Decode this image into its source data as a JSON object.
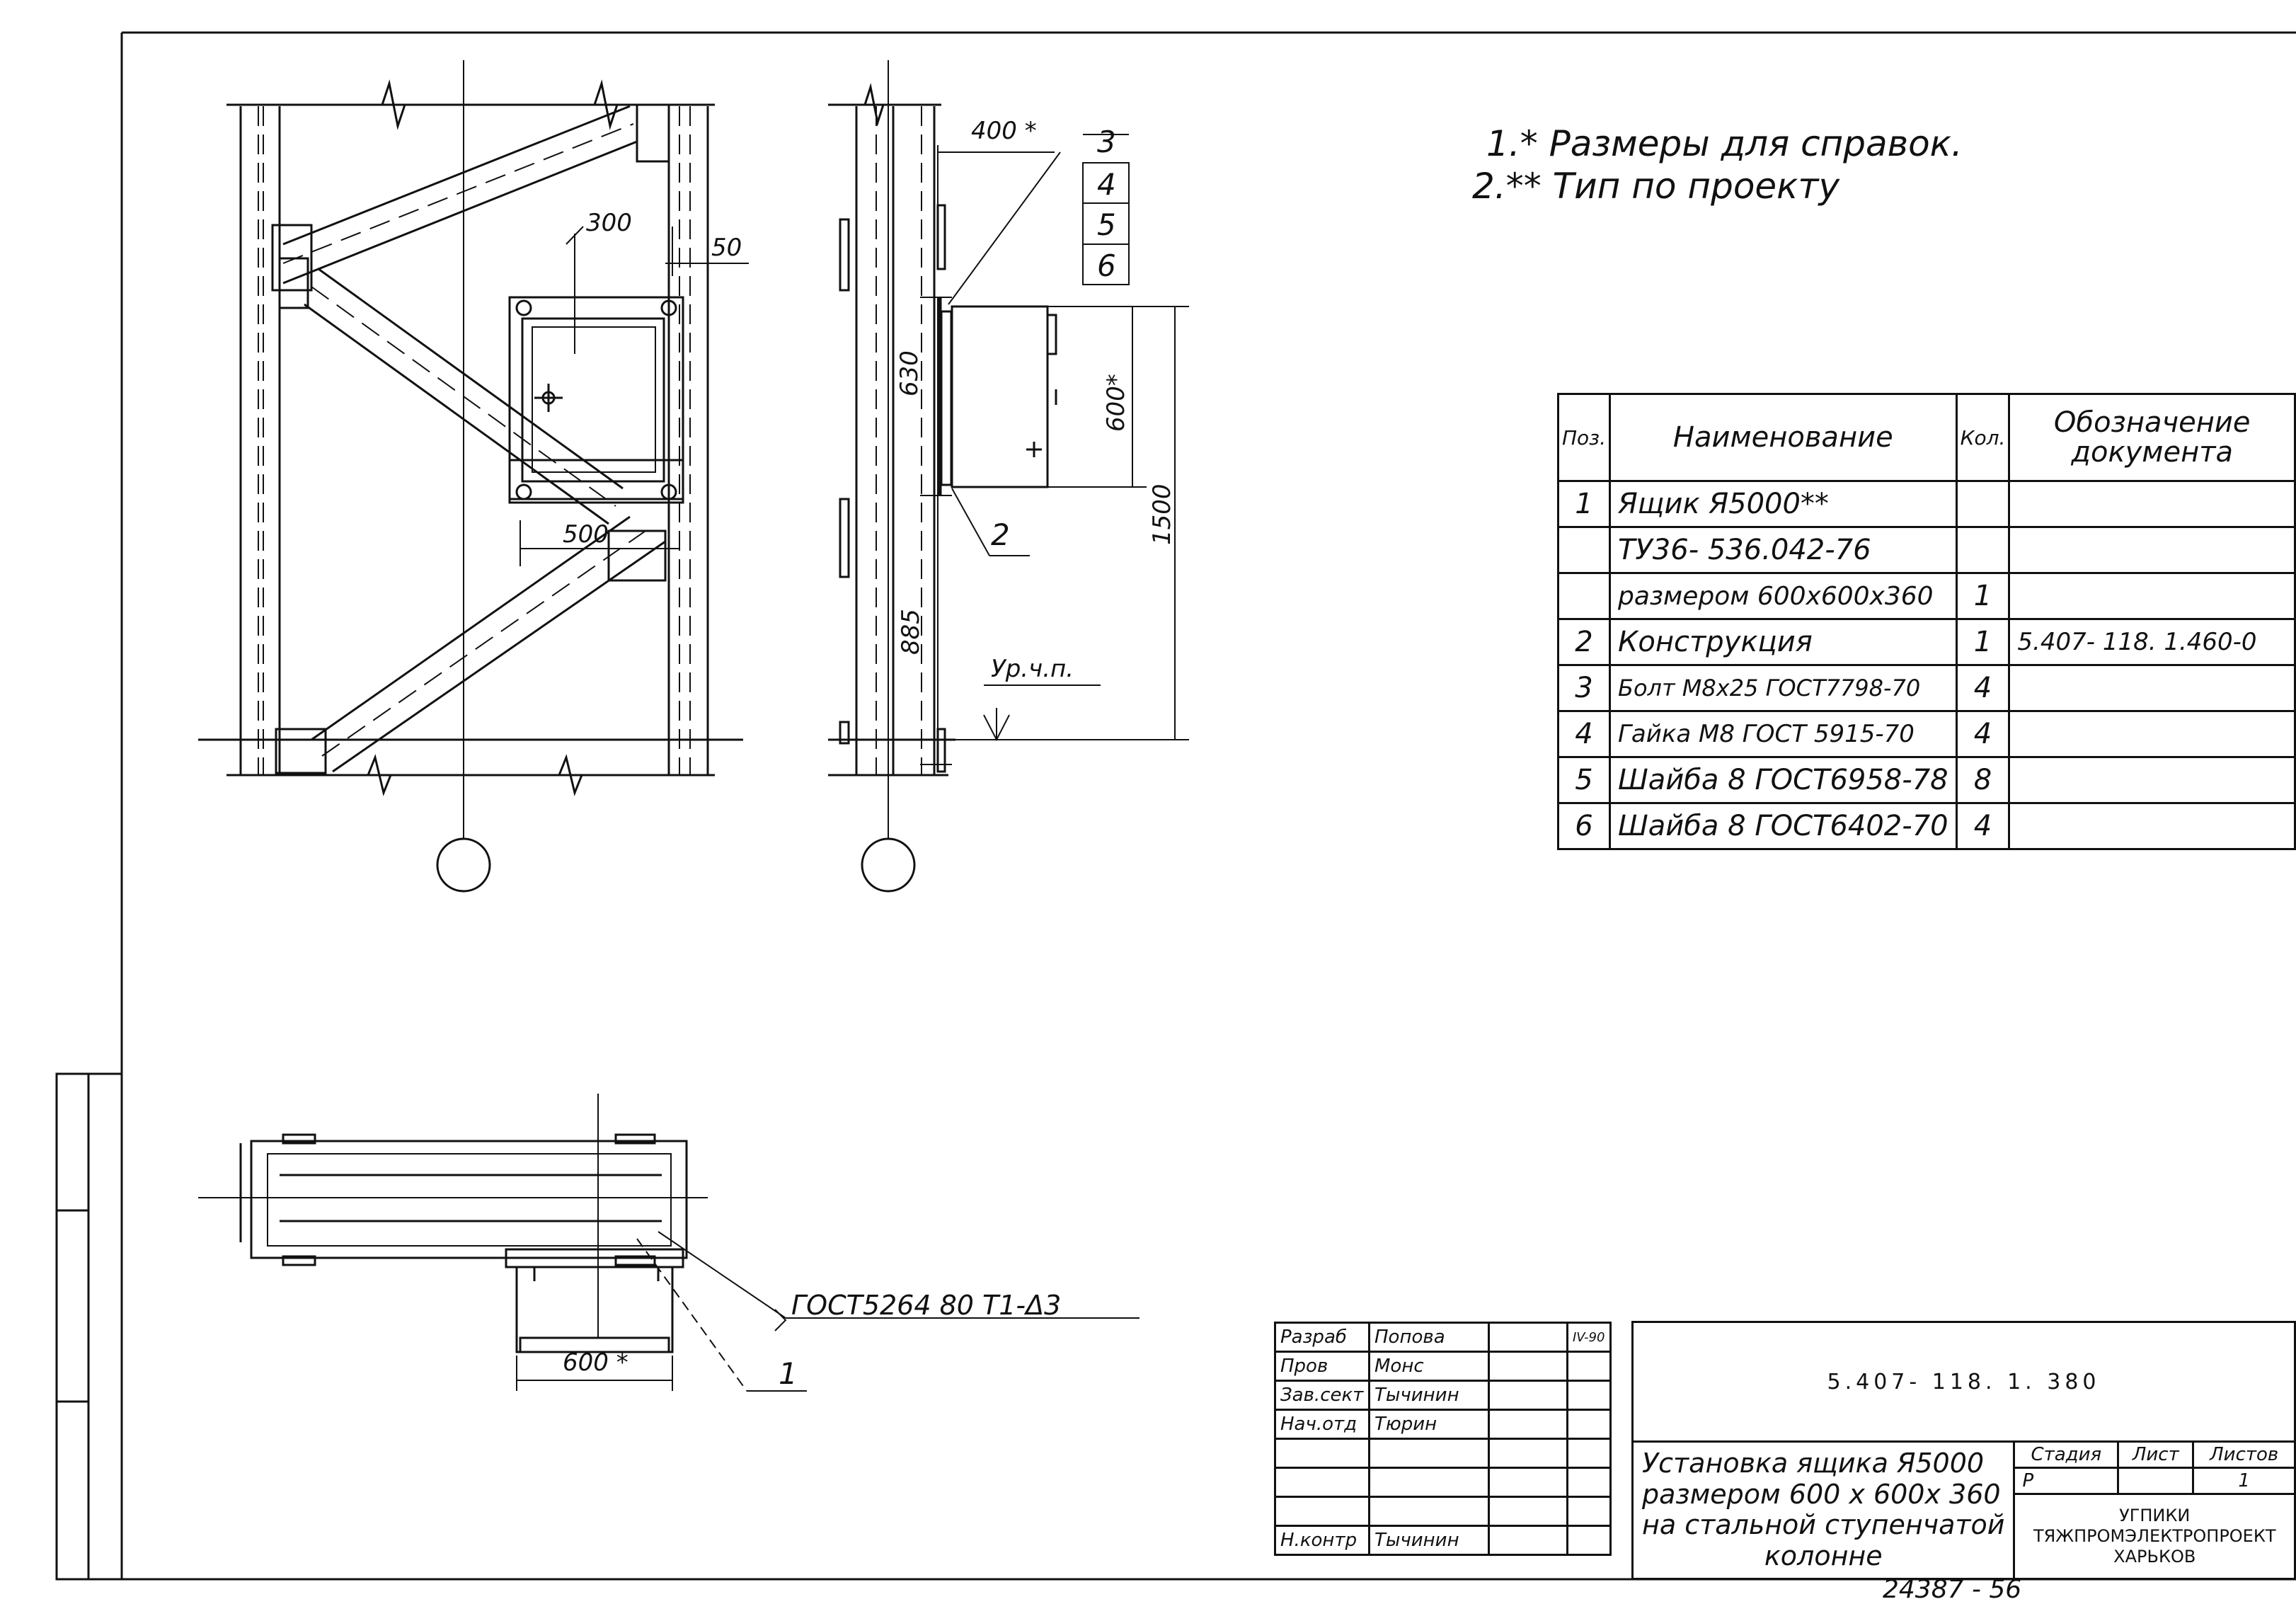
{
  "notes": [
    "1.* Размеры для справок.",
    "2.** Тип по проекту"
  ],
  "dims": {
    "d300": "300",
    "d50": "50",
    "d500": "500",
    "d400": "400 *",
    "d630": "630",
    "d600s": "600*",
    "d1500": "1500",
    "d885": "885",
    "d600b": "600 *"
  },
  "callouts": [
    "3",
    "4",
    "5",
    "6",
    "2",
    "1"
  ],
  "level_mark": "Ур.ч.п.",
  "weld_note": "ГОСТ5264 80 Т1-Δ3",
  "spec": {
    "headers": {
      "pos": "Поз.",
      "name": "Наименование",
      "qty": "Кол.",
      "doc_1": "Обозначение",
      "doc_2": "документа"
    },
    "rows": [
      {
        "pos": "1",
        "name": "Ящик Я5000**",
        "qty": "",
        "doc": ""
      },
      {
        "pos": "",
        "name": "ТУ36- 536.042-76",
        "qty": "",
        "doc": ""
      },
      {
        "pos": "",
        "name": "размером 600x600x360",
        "qty": "1",
        "doc": ""
      },
      {
        "pos": "2",
        "name": "Конструкция",
        "qty": "1",
        "doc": "5.407- 118. 1.460-0"
      },
      {
        "pos": "3",
        "name": "Болт М8х25 ГОСТ7798-70",
        "qty": "4",
        "doc": ""
      },
      {
        "pos": "4",
        "name": "Гайка М8 ГОСТ 5915-70",
        "qty": "4",
        "doc": ""
      },
      {
        "pos": "5",
        "name": "Шайба 8 ГОСТ6958-78",
        "qty": "8",
        "doc": ""
      },
      {
        "pos": "6",
        "name": "Шайба 8 ГОСТ6402-70",
        "qty": "4",
        "doc": ""
      }
    ]
  },
  "stamp": {
    "people": [
      {
        "role": "Разраб",
        "name": "Попова",
        "date": "IV-90"
      },
      {
        "role": "Пров",
        "name": "Монс",
        "date": ""
      },
      {
        "role": "Зав.сект",
        "name": "Тычинин",
        "date": ""
      },
      {
        "role": "Нач.отд",
        "name": "Тюрин",
        "date": ""
      },
      {
        "role": "",
        "name": "",
        "date": ""
      },
      {
        "role": "",
        "name": "",
        "date": ""
      },
      {
        "role": "",
        "name": "",
        "date": ""
      },
      {
        "role": "Н.контр",
        "name": "Тычинин",
        "date": ""
      }
    ],
    "code": "5.407- 118. 1. 380",
    "title": [
      "Установка ящика Я5000",
      "размером 600 x 600x 360",
      "на стальной ступенчатой",
      "колонне"
    ],
    "stage_label": "Стадия",
    "sheet_label": "Лист",
    "sheets_label": "Листов",
    "stage": "Р",
    "sheet": "",
    "sheets": "1",
    "org": [
      "УГПИКИ",
      "ТЯЖПРОМЭЛЕКТРОПРОЕКТ",
      "ХАРЬКОВ"
    ]
  },
  "bottom_number": "24387 - 56"
}
